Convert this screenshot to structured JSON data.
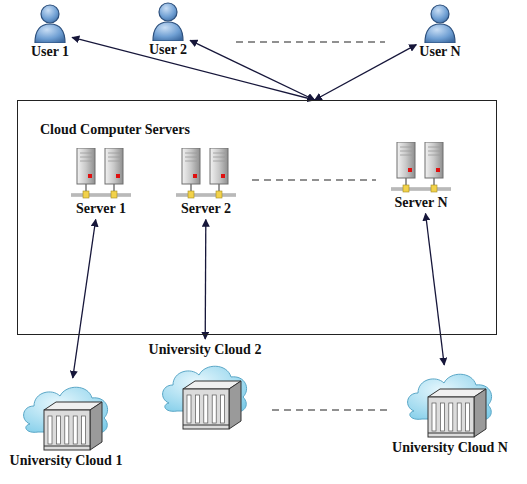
{
  "diagram": {
    "nodes": [
      {
        "text": [
          "User 1"
        ]
      },
      {
        "text": [
          "User 2"
        ]
      },
      {
        "text": [
          "User N"
        ]
      },
      {
        "text": [
          "Cloud Computer Servers"
        ]
      },
      {
        "text": [
          "Server 1"
        ],
        "in": 3
      },
      {
        "text": [
          "Server 2"
        ],
        "in": 3
      },
      {
        "text": [
          "Server N"
        ],
        "in": 3
      },
      {
        "text": [
          "University Cloud 1"
        ]
      },
      {
        "text": [
          "University Cloud 2"
        ]
      },
      {
        "text": [
          "University Cloud N"
        ]
      }
    ],
    "edges": [
      {
        "from": 0,
        "to": 3,
        "arrow": "both"
      },
      {
        "from": 1,
        "to": 3,
        "arrow": "both"
      },
      {
        "from": 2,
        "to": 3,
        "arrow": "both"
      },
      {
        "from": 4,
        "to": 7,
        "arrow": "both"
      },
      {
        "from": 5,
        "to": 8,
        "arrow": "both"
      },
      {
        "from": 6,
        "to": 9,
        "arrow": "both"
      }
    ]
  }
}
